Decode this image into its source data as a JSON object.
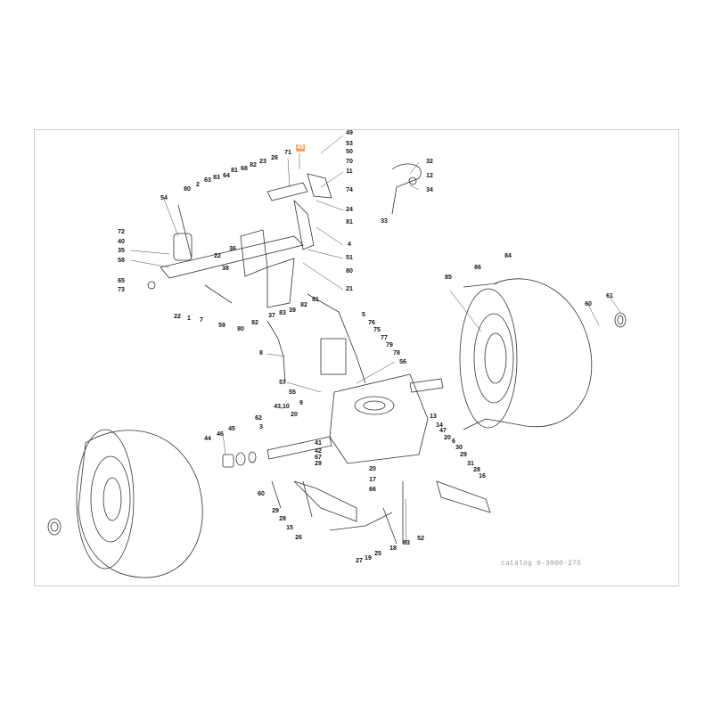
{
  "diagram": {
    "catalog_code": "catalog 0-3000-275",
    "highlight_color": "#f4a259",
    "callouts": [
      {
        "id": "49",
        "text": "49"
      },
      {
        "id": "53",
        "text": "53"
      },
      {
        "id": "50",
        "text": "50"
      },
      {
        "id": "70",
        "text": "70"
      },
      {
        "id": "11",
        "text": "11"
      },
      {
        "id": "74",
        "text": "74"
      },
      {
        "id": "24",
        "text": "24"
      },
      {
        "id": "81a",
        "text": "81"
      },
      {
        "id": "4",
        "text": "4"
      },
      {
        "id": "51",
        "text": "51"
      },
      {
        "id": "80a",
        "text": "80"
      },
      {
        "id": "21",
        "text": "21"
      },
      {
        "id": "48",
        "text": "48",
        "highlight": true
      },
      {
        "id": "71",
        "text": "71"
      },
      {
        "id": "32",
        "text": "32"
      },
      {
        "id": "12",
        "text": "12"
      },
      {
        "id": "34",
        "text": "34"
      },
      {
        "id": "33",
        "text": "33"
      },
      {
        "id": "26",
        "text": "26"
      },
      {
        "id": "23",
        "text": "23"
      },
      {
        "id": "82a",
        "text": "82"
      },
      {
        "id": "68",
        "text": "68"
      },
      {
        "id": "81b",
        "text": "81"
      },
      {
        "id": "64",
        "text": "64"
      },
      {
        "id": "83a",
        "text": "83"
      },
      {
        "id": "63",
        "text": "63"
      },
      {
        "id": "2",
        "text": "2"
      },
      {
        "id": "80b",
        "text": "80"
      },
      {
        "id": "54",
        "text": "54"
      },
      {
        "id": "72",
        "text": "72"
      },
      {
        "id": "40",
        "text": "40"
      },
      {
        "id": "35",
        "text": "35"
      },
      {
        "id": "58",
        "text": "58"
      },
      {
        "id": "22a",
        "text": "22"
      },
      {
        "id": "38",
        "text": "38"
      },
      {
        "id": "36",
        "text": "36"
      },
      {
        "id": "65",
        "text": "65"
      },
      {
        "id": "73",
        "text": "73"
      },
      {
        "id": "22b",
        "text": "22"
      },
      {
        "id": "1",
        "text": "1"
      },
      {
        "id": "7",
        "text": "7"
      },
      {
        "id": "59",
        "text": "59"
      },
      {
        "id": "80c",
        "text": "80"
      },
      {
        "id": "82b",
        "text": "82"
      },
      {
        "id": "37",
        "text": "37"
      },
      {
        "id": "83b",
        "text": "83"
      },
      {
        "id": "39",
        "text": "39"
      },
      {
        "id": "82c",
        "text": "82"
      },
      {
        "id": "81c",
        "text": "81"
      },
      {
        "id": "5",
        "text": "5"
      },
      {
        "id": "76",
        "text": "76"
      },
      {
        "id": "75",
        "text": "75"
      },
      {
        "id": "77",
        "text": "77"
      },
      {
        "id": "79",
        "text": "79"
      },
      {
        "id": "78",
        "text": "78"
      },
      {
        "id": "56",
        "text": "56"
      },
      {
        "id": "8",
        "text": "8"
      },
      {
        "id": "57",
        "text": "57"
      },
      {
        "id": "55",
        "text": "55"
      },
      {
        "id": "9",
        "text": "9"
      },
      {
        "id": "43",
        "text": "43,10"
      },
      {
        "id": "20a",
        "text": "20"
      },
      {
        "id": "62",
        "text": "62"
      },
      {
        "id": "3",
        "text": "3"
      },
      {
        "id": "41",
        "text": "41"
      },
      {
        "id": "42",
        "text": "42"
      },
      {
        "id": "67",
        "text": "67"
      },
      {
        "id": "29a",
        "text": "29"
      },
      {
        "id": "20b",
        "text": "20"
      },
      {
        "id": "17",
        "text": "17"
      },
      {
        "id": "66",
        "text": "66"
      },
      {
        "id": "44",
        "text": "44"
      },
      {
        "id": "46",
        "text": "46"
      },
      {
        "id": "45",
        "text": "45"
      },
      {
        "id": "60a",
        "text": "60"
      },
      {
        "id": "29b",
        "text": "29"
      },
      {
        "id": "28a",
        "text": "28"
      },
      {
        "id": "15",
        "text": "15"
      },
      {
        "id": "26b",
        "text": "26"
      },
      {
        "id": "13",
        "text": "13"
      },
      {
        "id": "14",
        "text": "14"
      },
      {
        "id": "47",
        "text": "47"
      },
      {
        "id": "20c",
        "text": "20"
      },
      {
        "id": "6",
        "text": "6"
      },
      {
        "id": "30",
        "text": "30"
      },
      {
        "id": "29c",
        "text": "29"
      },
      {
        "id": "31",
        "text": "31"
      },
      {
        "id": "28b",
        "text": "28"
      },
      {
        "id": "16",
        "text": "16"
      },
      {
        "id": "18",
        "text": "18"
      },
      {
        "id": "83c",
        "text": "83"
      },
      {
        "id": "52",
        "text": "52"
      },
      {
        "id": "27",
        "text": "27"
      },
      {
        "id": "19",
        "text": "19"
      },
      {
        "id": "25",
        "text": "25"
      },
      {
        "id": "85",
        "text": "85"
      },
      {
        "id": "86",
        "text": "86"
      },
      {
        "id": "84",
        "text": "84"
      },
      {
        "id": "61",
        "text": "61"
      },
      {
        "id": "60b",
        "text": "60"
      }
    ]
  }
}
